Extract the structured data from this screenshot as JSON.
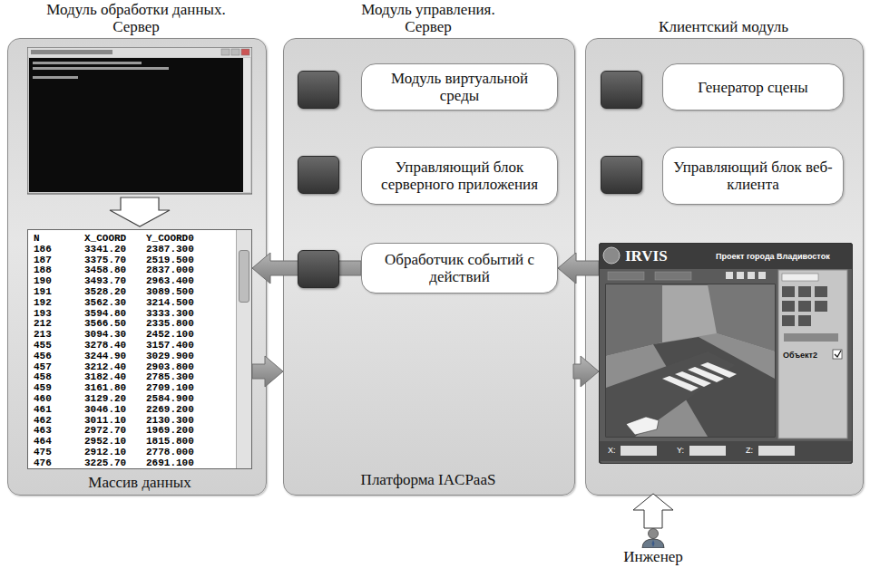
{
  "diagram": {
    "nodes": [
      {
        "text": [
          "Модуль обработки данных. Сервер"
        ]
      },
      {
        "text": [
          "Массив данных"
        ],
        "in": 0
      },
      {
        "text": [
          "Модуль управления. Сервер",
          "Платформа IACPaaS"
        ]
      },
      {
        "text": [
          "Модуль виртуальной среды"
        ],
        "in": 2
      },
      {
        "text": [
          "Управляющий блок серверного приложения"
        ],
        "in": 2
      },
      {
        "text": [
          "Обработчик событий с действий"
        ],
        "in": 2
      },
      {
        "text": [
          "Клиентский модуль"
        ]
      },
      {
        "text": [
          "Генератор сцены"
        ],
        "in": 6
      },
      {
        "text": [
          "Управляющий блок веб-клиента"
        ],
        "in": 6
      },
      {
        "text": [
          "IRVIS",
          "Проект города Владивосток",
          "Объект2"
        ],
        "in": 6
      },
      {
        "text": [
          "Инженер"
        ]
      }
    ],
    "edges": [
      {
        "from": 5,
        "to": 1,
        "arrow": "to"
      },
      {
        "from": 1,
        "to": 2,
        "arrow": "to"
      },
      {
        "from": 9,
        "to": 5,
        "arrow": "to"
      },
      {
        "from": 2,
        "to": 9,
        "arrow": "to"
      },
      {
        "from": 10,
        "to": 6,
        "arrow": "to"
      }
    ],
    "labels": [
      "N",
      "X_COORD",
      "Y_COORD0",
      "186",
      "3341.20",
      "2387.300",
      "187",
      "3375.70",
      "2519.500",
      "188",
      "3458.80",
      "2837.000",
      "190",
      "3493.70",
      "2963.400",
      "191",
      "3528.20",
      "3089.500",
      "192",
      "3562.30",
      "3214.500",
      "193",
      "3594.80",
      "3333.300",
      "212",
      "3566.50",
      "2335.800",
      "213",
      "3094.30",
      "2452.100",
      "455",
      "3278.40",
      "3157.400",
      "456",
      "3244.90",
      "3029.900",
      "457",
      "3212.40",
      "2903.800",
      "458",
      "3182.40",
      "2785.300",
      "459",
      "3161.80",
      "2709.100",
      "460",
      "3129.20",
      "2584.900",
      "461",
      "3046.10",
      "2269.200",
      "462",
      "3011.10",
      "2130.300",
      "463",
      "2972.70",
      "1969.200",
      "464",
      "2952.10",
      "1815.800",
      "475",
      "2912.10",
      "2778.000",
      "476",
      "3225.70",
      "2691.100",
      "X:",
      "Y:",
      "Z:"
    ]
  }
}
